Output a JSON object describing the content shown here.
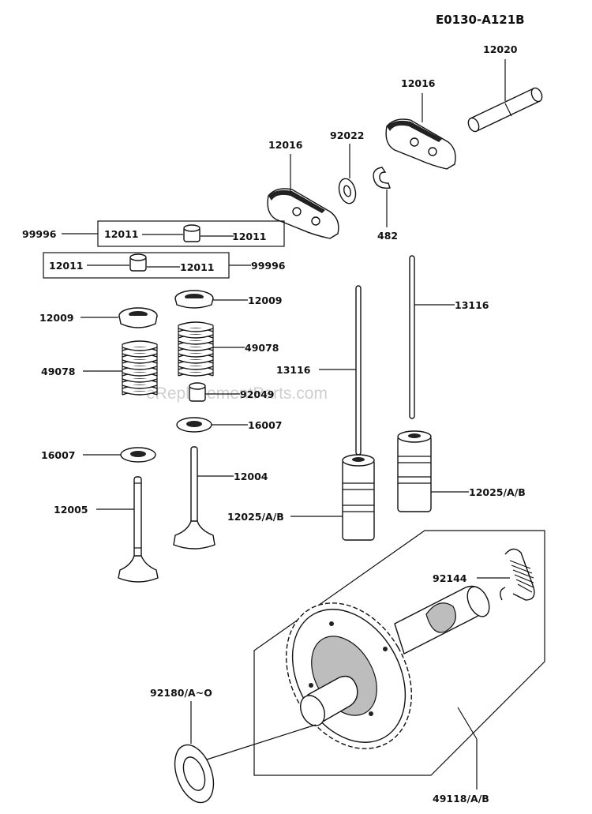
{
  "diagram_code": "E0130-A121B",
  "watermark": "eReplacementParts.com",
  "labels": {
    "p12020": "12020",
    "p12016_right": "12016",
    "p12016_left": "12016",
    "p92022": "92022",
    "p482": "482",
    "p99996_top": "99996",
    "p12011_a": "12011",
    "p12011_b": "12011",
    "p12011_c": "12011",
    "p12011_d": "12011",
    "p99996_bottom": "99996",
    "p12009_right": "12009",
    "p12009_left": "12009",
    "p13116_right": "13116",
    "p49078_right": "49078",
    "p49078_left": "49078",
    "p13116_left": "13116",
    "p92049": "92049",
    "p16007_right": "16007",
    "p16007_left": "16007",
    "p12004": "12004",
    "p12005": "12005",
    "p12025_left": "12025/A/B",
    "p12025_right": "12025/A/B",
    "p92144": "92144",
    "p92180": "92180/A~O",
    "p49118": "49118/A/B"
  }
}
